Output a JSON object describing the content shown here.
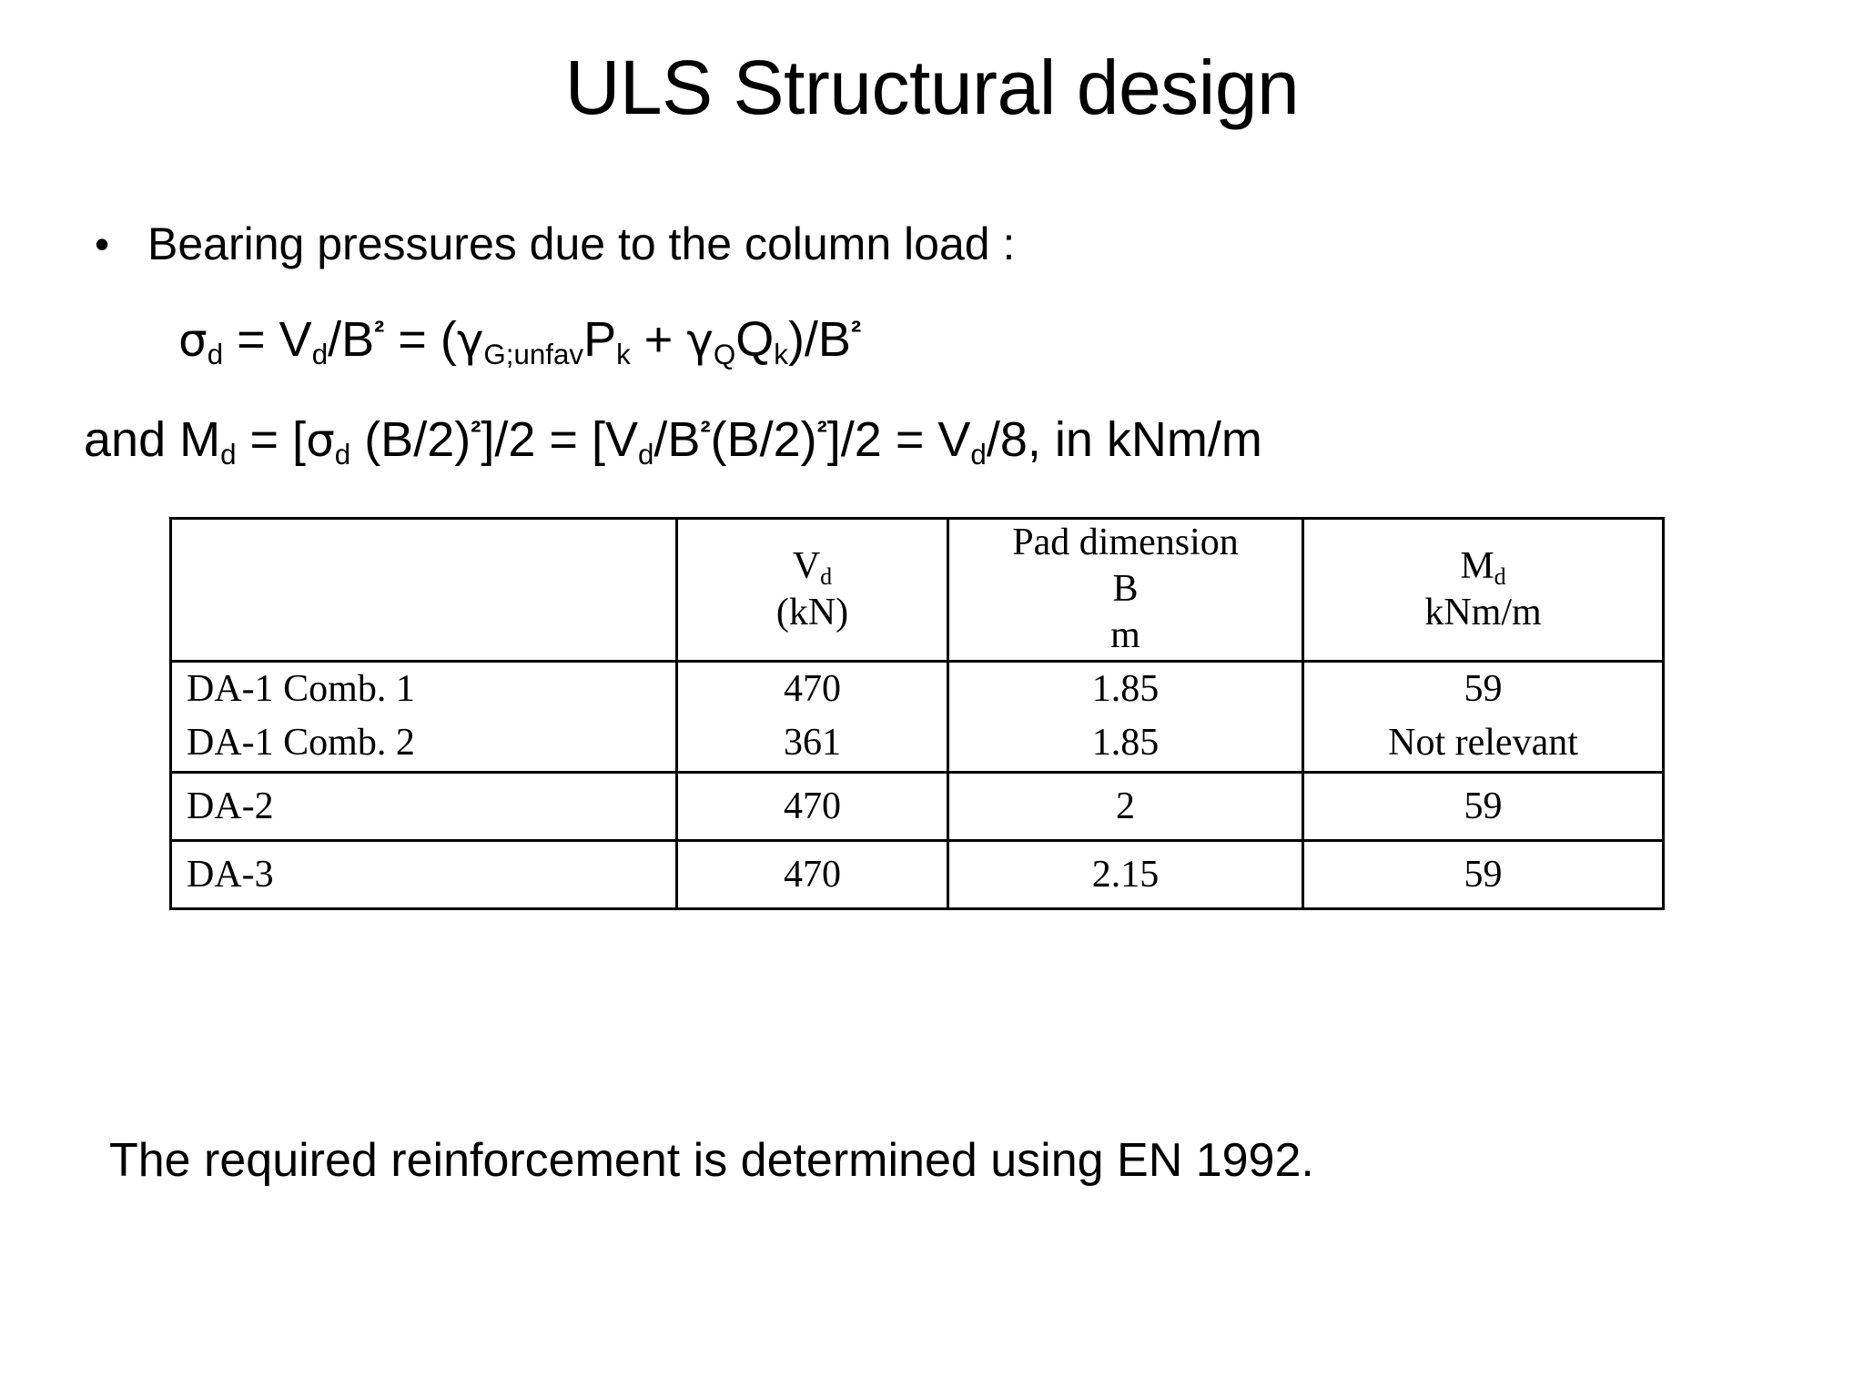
{
  "slide": {
    "title": "ULS Structural design",
    "bullet_marker": "•",
    "bullet_text": "Bearing pressures due to the column load :",
    "formula_1": {
      "full_text": "σd = Vd/B² = (γG;unfavPk + γQQk)/B²",
      "sigma": "σ",
      "sub_d_1": "d",
      "eq_1": " = V",
      "sub_d_2": "d",
      "slash_b": "/B",
      "sup_2_1": "²",
      "eq_2": " = (",
      "gamma_1": "γ",
      "sub_g_unfav": "G;unfav",
      "p": "P",
      "sub_k_1": "k",
      "plus": " + ",
      "gamma_2": "γ",
      "sub_q": "Q",
      "q": "Q",
      "sub_k_2": "k",
      "close_slash_b": ")/B",
      "sup_2_2": "²"
    },
    "formula_2": {
      "full_text": "and Md = [σd (B/2)²]/2  = [Vd/B²(B/2)²]/2 = Vd/8, in kNm/m",
      "and_m": "and M",
      "sub_d_1": "d",
      "eq_bracket": " = [",
      "sigma": "σ",
      "sub_d_2": "d",
      "b_over_2": " (B/2)",
      "sup_2_1": "²",
      "close_half": "]/2",
      "eq_bracket_2": "  = [V",
      "sub_d_3": "d",
      "slash_b": "/B",
      "sup_2_2": "²",
      "b_over_2_b": "(B/2)",
      "sup_2_3": "²",
      "close_half_2": "]/2 = V",
      "sub_d_4": "d",
      "tail": "/8, in kNm/m"
    },
    "closing_text": "The required reinforcement is determined using EN 1992."
  },
  "table": {
    "headers": {
      "label": "",
      "vd": {
        "line1": "V",
        "sub": "d",
        "line2": "(kN)"
      },
      "pad": {
        "line1": "Pad dimension",
        "line2": "B",
        "line3": "m"
      },
      "md": {
        "line1": "M",
        "sub": "d",
        "line2": "kNm/m"
      }
    },
    "groups": [
      {
        "rows": [
          {
            "label": "DA-1 Comb. 1",
            "vd": "470",
            "b": "1.85",
            "md": "59"
          },
          {
            "label": "DA-1 Comb. 2",
            "vd": "361",
            "b": "1.85",
            "md": "Not relevant"
          }
        ]
      }
    ],
    "rows_single": [
      {
        "label": "DA-2",
        "vd": "470",
        "b": "2",
        "md": "59"
      },
      {
        "label": "DA-3",
        "vd": "470",
        "b": "2.15",
        "md": "59"
      }
    ]
  },
  "colors": {
    "background": "#ffffff",
    "text": "#000000",
    "table_border": "#000000"
  }
}
